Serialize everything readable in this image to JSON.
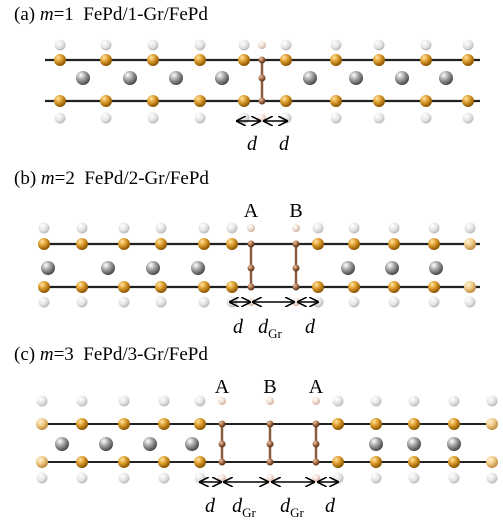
{
  "panels": [
    {
      "prefix": "(a) ",
      "var": "m",
      "eq": "=1",
      "name": "FePd/1-Gr/FePd",
      "site_labels": [],
      "spacing_labels": [
        "d",
        "d"
      ]
    },
    {
      "prefix": "(b) ",
      "var": "m",
      "eq": "=2",
      "name": "FePd/2-Gr/FePd",
      "site_labels": [
        "A",
        "B"
      ],
      "spacing_labels": [
        "d",
        "d",
        "Gr",
        "d"
      ]
    },
    {
      "prefix": "(c) ",
      "var": "m",
      "eq": "=3",
      "name": "FePd/3-Gr/FePd",
      "site_labels": [
        "A",
        "B",
        "A"
      ],
      "spacing_labels": [
        "d",
        "d",
        "Gr",
        "d",
        "Gr",
        "d"
      ]
    }
  ],
  "colors": {
    "fe": "#c8860e",
    "pd": "#8e8e8e",
    "carbon": "#8a5a3c",
    "bond": "#222222"
  }
}
